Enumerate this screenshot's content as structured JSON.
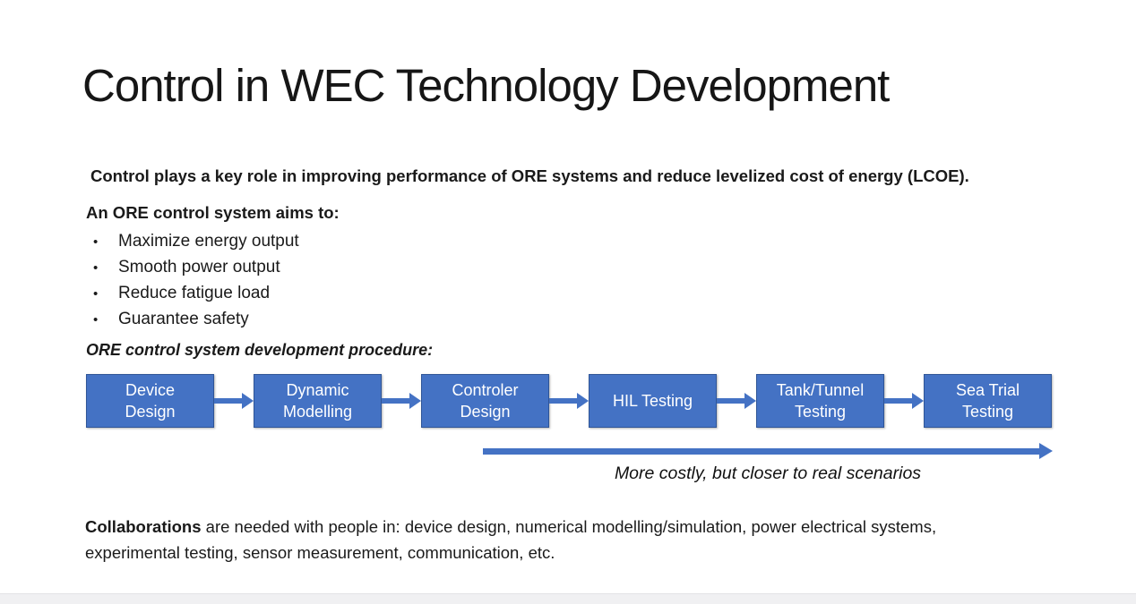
{
  "slide": {
    "title": "Control in WEC Technology Development",
    "intro": "Control plays a key role in improving performance of ORE systems and reduce levelized cost of energy (LCOE).",
    "aims_heading": "An ORE control system aims to:",
    "bullet_glyph": "•",
    "aims": [
      "Maximize energy output",
      "Smooth power output",
      "Reduce fatigue load",
      "Guarantee safety"
    ],
    "procedure_heading": "ORE control system development procedure:",
    "flow_steps": [
      "Device\nDesign",
      "Dynamic\nModelling",
      "Controler\nDesign",
      "HIL Testing",
      "Tank/Tunnel\nTesting",
      "Sea Trial\nTesting"
    ],
    "arrow_caption": "More costly, but closer to real scenarios",
    "collaboration": {
      "bold": "Collaborations",
      "rest": " are needed with people in: device design, numerical modelling/simulation, power electrical systems, experimental testing, sensor measurement, communication, etc."
    },
    "colors": {
      "box_fill": "#4472C4",
      "box_border": "#2F5597",
      "arrow": "#4472C4",
      "text": "#1a1a1a"
    }
  }
}
